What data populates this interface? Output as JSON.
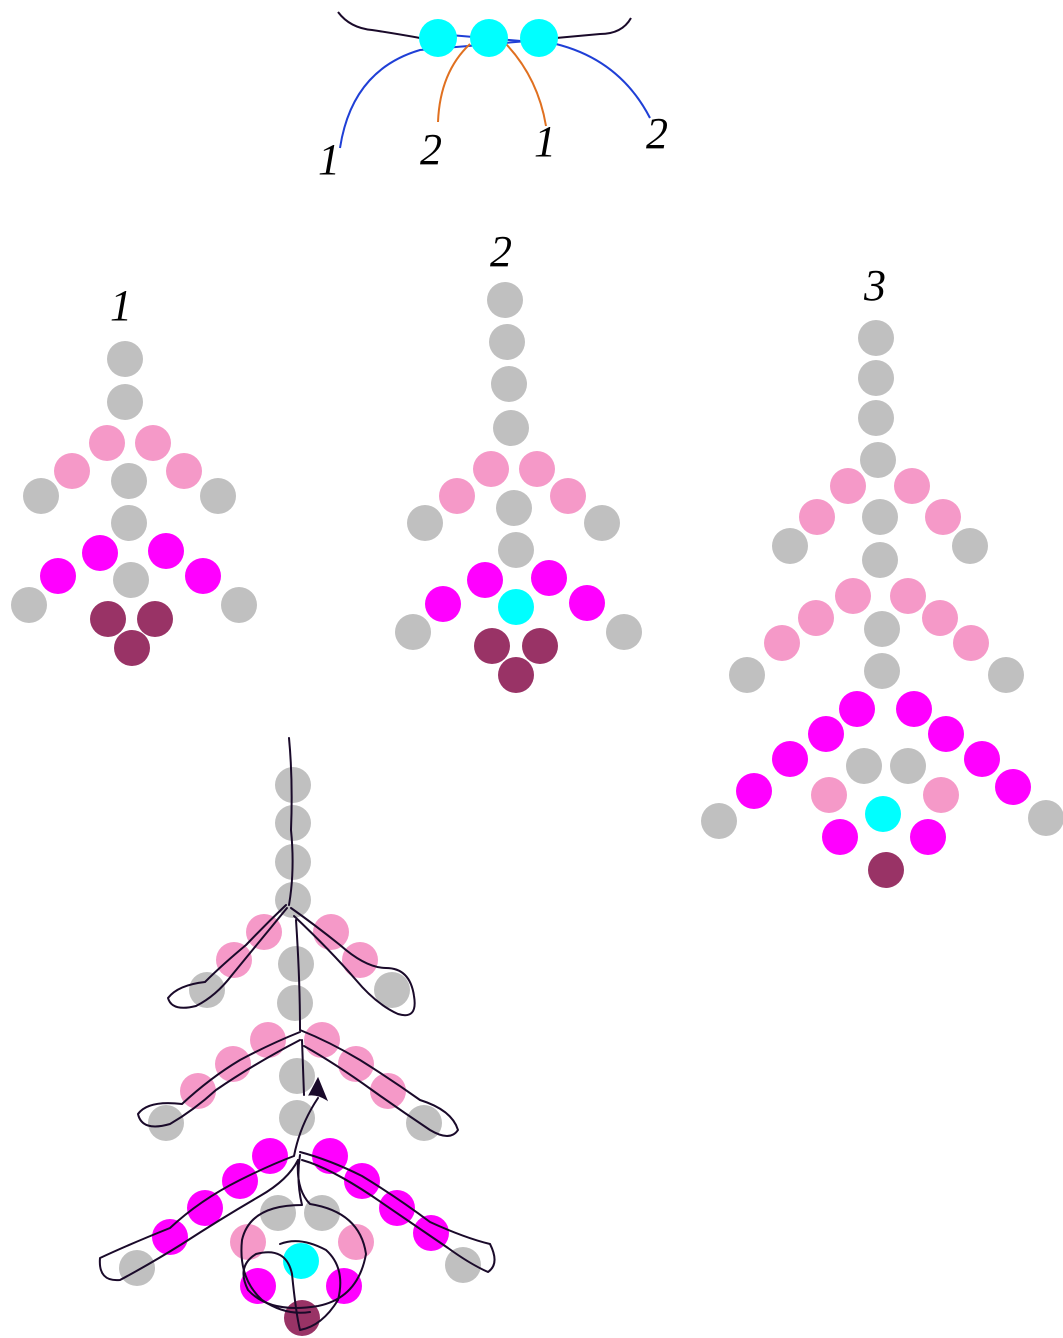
{
  "colors": {
    "gray": "#c0c0c0",
    "light_pink": "#f599c8",
    "magenta": "#ff00ff",
    "cyan": "#00ffff",
    "plum": "#993366",
    "thread_blue": "#1f3fd6",
    "thread_orange": "#e07020",
    "thread_dark": "#1a0a2a"
  },
  "top_diagram": {
    "labels": [
      "1",
      "2",
      "1",
      "2"
    ]
  },
  "figures": [
    {
      "label": "1"
    },
    {
      "label": "2"
    },
    {
      "label": "3"
    }
  ]
}
